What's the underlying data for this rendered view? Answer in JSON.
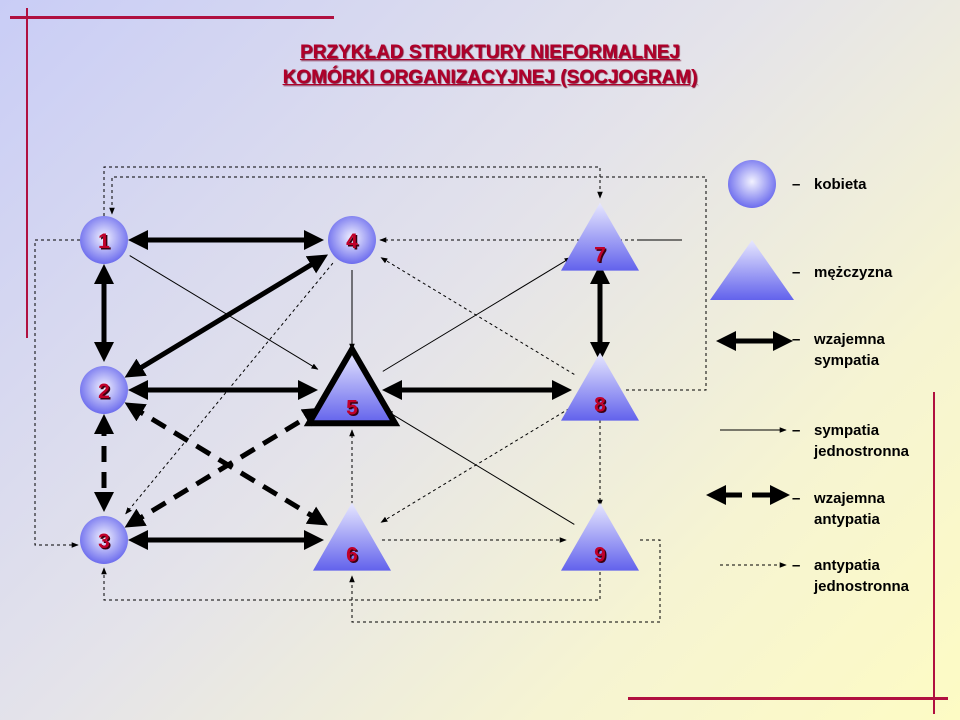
{
  "title": {
    "line1": "PRZYKŁAD STRUKTURY NIEFORMALNEJ",
    "line2": "KOMÓRKI ORGANIZACYJNEJ (SOCJOGRAM)"
  },
  "colors": {
    "title": "#b0002a",
    "node_label": "#c0002a",
    "node_fill_light": "#eeeeff",
    "node_fill_dark": "#6a6aef",
    "decor_line": "#b01040",
    "edge": "#000000"
  },
  "nodes": [
    {
      "id": "1",
      "label": "1",
      "gender": "kobieta"
    },
    {
      "id": "2",
      "label": "2",
      "gender": "kobieta"
    },
    {
      "id": "3",
      "label": "3",
      "gender": "kobieta"
    },
    {
      "id": "4",
      "label": "4",
      "gender": "kobieta"
    },
    {
      "id": "5",
      "label": "5",
      "gender": "mężczyzna",
      "highlight": true
    },
    {
      "id": "6",
      "label": "6",
      "gender": "mężczyzna"
    },
    {
      "id": "7",
      "label": "7",
      "gender": "mężczyzna"
    },
    {
      "id": "8",
      "label": "8",
      "gender": "mężczyzna"
    },
    {
      "id": "9",
      "label": "9",
      "gender": "mężczyzna"
    }
  ],
  "edges": [
    {
      "from": "1",
      "to": "4",
      "type": "mutual-sympathy"
    },
    {
      "from": "1",
      "to": "2",
      "type": "mutual-sympathy"
    },
    {
      "from": "2",
      "to": "5",
      "type": "mutual-sympathy"
    },
    {
      "from": "2",
      "to": "4",
      "type": "mutual-sympathy"
    },
    {
      "from": "5",
      "to": "8",
      "type": "mutual-sympathy"
    },
    {
      "from": "7",
      "to": "8",
      "type": "mutual-sympathy"
    },
    {
      "from": "3",
      "to": "6",
      "type": "mutual-sympathy"
    },
    {
      "from": "1",
      "to": "5",
      "type": "one-way-sympathy"
    },
    {
      "from": "4",
      "to": "5",
      "type": "one-way-sympathy"
    },
    {
      "from": "5",
      "to": "7",
      "type": "one-way-sympathy"
    },
    {
      "from": "9",
      "to": "5",
      "type": "one-way-sympathy"
    },
    {
      "from": "2",
      "to": "3",
      "type": "mutual-antipathy"
    },
    {
      "from": "2",
      "to": "6",
      "type": "mutual-antipathy"
    },
    {
      "from": "3",
      "to": "5",
      "type": "mutual-antipathy"
    },
    {
      "from": "4",
      "to": "3",
      "type": "one-way-antipathy"
    },
    {
      "from": "8",
      "to": "4",
      "type": "one-way-antipathy"
    },
    {
      "from": "8",
      "to": "6",
      "type": "one-way-antipathy"
    },
    {
      "from": "8",
      "to": "9",
      "type": "one-way-antipathy"
    },
    {
      "from": "6",
      "to": "5",
      "type": "one-way-antipathy"
    },
    {
      "from": "6",
      "to": "9",
      "type": "one-way-antipathy"
    },
    {
      "from": "1",
      "to": "7",
      "type": "one-way-antipathy",
      "routed": "top"
    },
    {
      "from": "1",
      "to": "3",
      "type": "one-way-antipathy",
      "routed": "left"
    },
    {
      "from": "8",
      "to": "1",
      "type": "one-way-antipathy",
      "routed": "top-outer"
    },
    {
      "from": "7",
      "to": "4",
      "type": "one-way-antipathy",
      "routed": "right"
    },
    {
      "from": "9",
      "to": "3",
      "type": "one-way-antipathy",
      "routed": "bottom"
    },
    {
      "from": "9",
      "to": "6",
      "type": "one-way-antipathy",
      "routed": "bottom-outer"
    }
  ],
  "legend": {
    "kobieta": "kobieta",
    "mezczyzna": "mężczyzna",
    "mutual_sympathy": [
      "wzajemna",
      "sympatia"
    ],
    "one_way_sympathy": [
      "sympatia",
      "jednostronna"
    ],
    "mutual_antipathy": [
      "wzajemna",
      "antypatia"
    ],
    "one_way_antipathy": [
      "antypatia",
      "jednostronna"
    ],
    "dash": "–"
  }
}
